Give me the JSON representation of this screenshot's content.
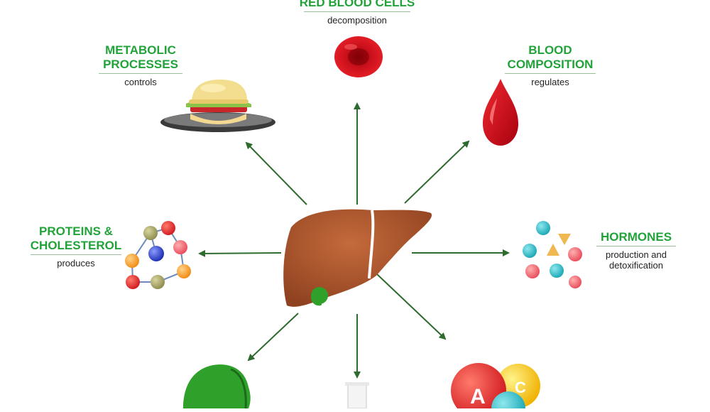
{
  "colors": {
    "label_green": "#22a33a",
    "arrow_green": "#2e6b2e",
    "liver_brown": "#a8552c",
    "blood_red": "#d0101a",
    "gallbladder_green": "#2fa12a"
  },
  "nodes": {
    "red_blood_cells": {
      "title": "RED BLOOD CELLS",
      "caption": "decomposition",
      "icon": "red-blood-cell-icon"
    },
    "metabolic": {
      "title_line1": "METABOLIC",
      "title_line2": "PROCESSES",
      "caption": "controls",
      "icon": "burger-icon"
    },
    "blood_composition": {
      "title_line1": "BLOOD",
      "title_line2": "COMPOSITION",
      "caption": "regulates",
      "icon": "blood-drop-icon"
    },
    "proteins": {
      "title_line1": "PROTEINS &",
      "title_line2": "CHOLESTEROL",
      "caption": "produces",
      "icon": "molecule-chain-icon"
    },
    "hormones": {
      "title": "HORMONES",
      "caption_line1": "production and",
      "caption_line2": "detoxification",
      "icon": "hormone-molecules-icon"
    },
    "bile": {
      "icon": "gallbladder-icon"
    },
    "test_tube": {
      "icon": "test-tube-icon"
    },
    "vitamins": {
      "letter_a": "A",
      "letter_c": "C",
      "icon": "vitamin-balls-icon"
    }
  },
  "center": {
    "icon": "liver-icon"
  }
}
